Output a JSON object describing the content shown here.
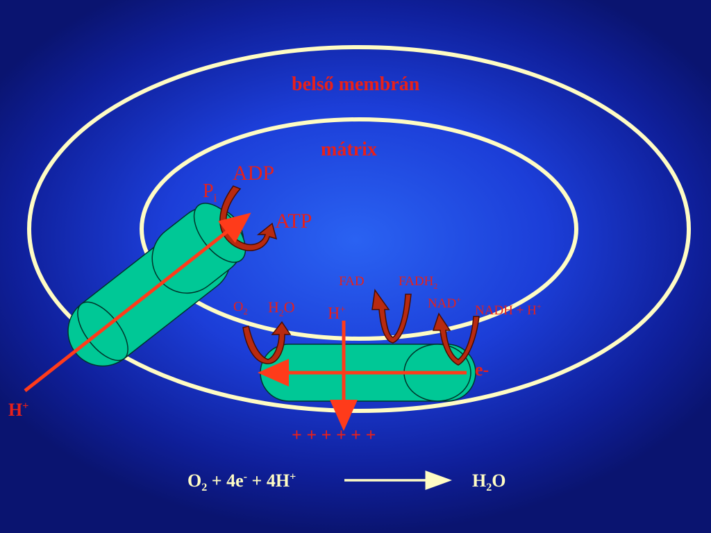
{
  "labels": {
    "inner_membrane": "belső membrán",
    "matrix": "mátrix",
    "adp": "ADP",
    "p": "P",
    "p_sub": "i",
    "atp": "ATP",
    "fad": "FAD",
    "fadh": "FADH",
    "fadh_sub": "2",
    "o": "O",
    "o_sub": "2",
    "h2o_h": "H",
    "h2o_sub": "2",
    "h2o_o": "O",
    "h_plus_center": "H",
    "plus": "+",
    "nad": "NAD",
    "nadh": "NADH + H",
    "e_minus": "e-",
    "h_plus_left": "H",
    "plus_row": "+ + + + + +"
  },
  "equation": {
    "o": "O",
    "o_sub": "2",
    "mid1": " + 4e",
    "e_sup": "-",
    "mid2": " + 4H",
    "h_sup": "+",
    "product_h": "H",
    "product_sub": "2",
    "product_o": "O"
  },
  "colors": {
    "membrane": "#fffcc4",
    "protein": "#00c896",
    "arrow_red": "#ff3b1a",
    "curved_arrow": "#b82a10",
    "label_red": "#e8201a",
    "background_center": "#2a62f2",
    "background_edge": "#0a1470"
  }
}
